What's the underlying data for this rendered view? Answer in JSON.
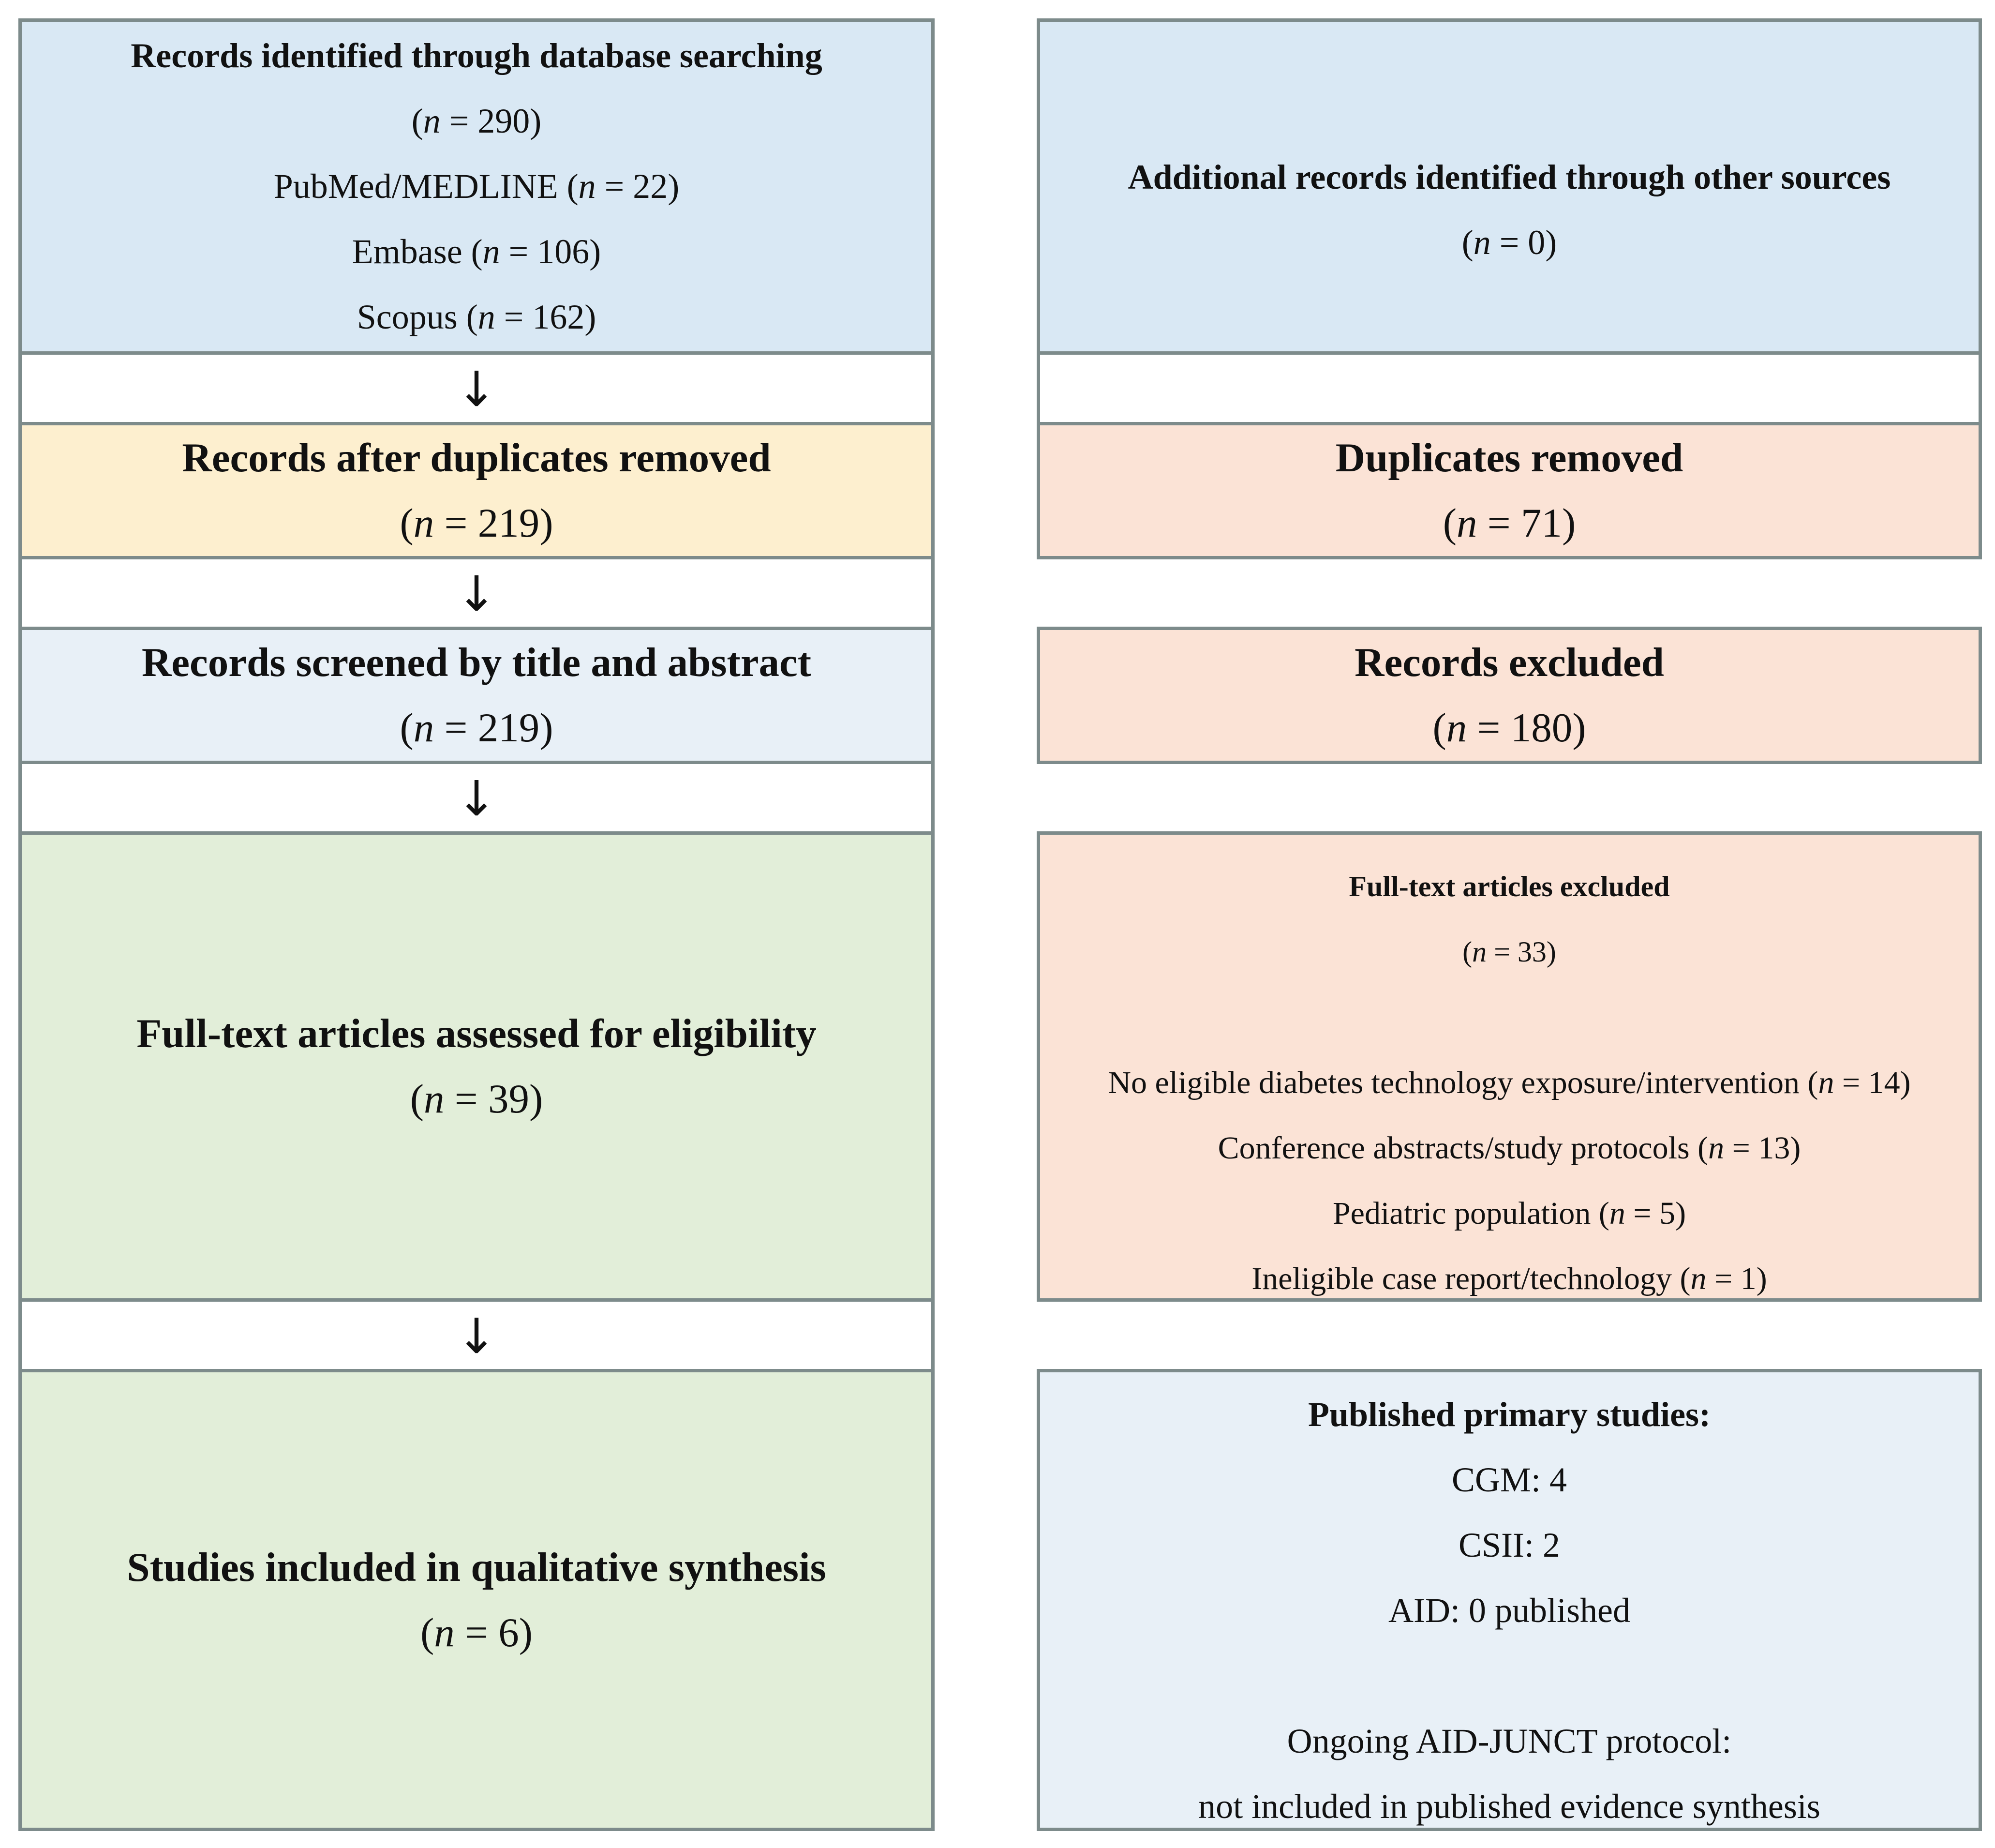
{
  "left": {
    "identified": {
      "title": "Records identified through database searching",
      "total": "(n = 290)",
      "sources": [
        "PubMed/MEDLINE (n = 22)",
        "Embase (n = 106)",
        "Scopus (n = 162)"
      ]
    },
    "after_duplicates": {
      "title": "Records after duplicates removed",
      "count": "(n = 219)"
    },
    "screened": {
      "title": "Records screened by title and abstract",
      "count": "(n = 219)"
    },
    "full_text": {
      "title": "Full-text articles assessed for eligibility",
      "count": "(n = 39)"
    },
    "included": {
      "title": "Studies included in qualitative synthesis",
      "count": "(n = 6)"
    }
  },
  "right": {
    "additional": {
      "title": "Additional records identified through other sources",
      "count": "(n = 0)"
    },
    "duplicates": {
      "title": "Duplicates removed",
      "count": "(n = 71)"
    },
    "excluded": {
      "title": "Records excluded",
      "count": "(n = 180)"
    },
    "full_text_excluded": {
      "title": "Full-text articles excluded",
      "count": "(n = 33)",
      "reasons": [
        "No eligible diabetes technology exposure/intervention (n = 14)",
        "Conference abstracts/study protocols (n = 13)",
        "Pediatric population (n = 5)",
        "Ineligible case report/technology (n = 1)"
      ]
    },
    "published": {
      "title": "Published primary studies:",
      "items": [
        "CGM: 4",
        "CSII: 2",
        "AID: 0 published"
      ],
      "note_lines": [
        "Ongoing AID-JUNCT protocol:",
        "not included in published evidence synthesis"
      ]
    }
  },
  "arrow_glyph": "↓",
  "colors": {
    "border": "#7d8b8b",
    "blue": "#d9e8f4",
    "yellow": "#fdefcf",
    "pale_blue": "#e8f0f7",
    "peach": "#fbe3d6",
    "green": "#e2eed9"
  }
}
